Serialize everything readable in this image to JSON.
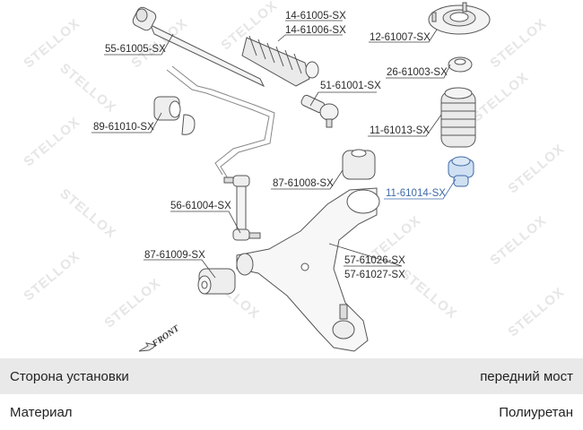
{
  "diagram": {
    "watermark": "STELLOX",
    "direction_label": "FRONT",
    "highlight_color": "#3f6aa8",
    "parts": [
      {
        "id": "55-61005-SX",
        "name": "tie-rod"
      },
      {
        "id": "14-61005-SX",
        "name": "steering-boot"
      },
      {
        "id": "14-61006-SX",
        "name": "steering-boot"
      },
      {
        "id": "12-61007-SX",
        "name": "strut-mount"
      },
      {
        "id": "26-61003-SX",
        "name": "strut-bearing"
      },
      {
        "id": "51-61001-SX",
        "name": "tie-rod-end"
      },
      {
        "id": "89-61010-SX",
        "name": "stabilizer-bushing"
      },
      {
        "id": "11-61013-SX",
        "name": "shock-boot"
      },
      {
        "id": "87-61008-SX",
        "name": "control-arm-bushing-rear"
      },
      {
        "id": "11-61014-SX",
        "name": "bump-stop",
        "highlighted": true
      },
      {
        "id": "56-61004-SX",
        "name": "stabilizer-link"
      },
      {
        "id": "87-61009-SX",
        "name": "control-arm-bushing-front"
      },
      {
        "id": "57-61026-SX",
        "name": "control-arm"
      },
      {
        "id": "57-61027-SX",
        "name": "control-arm"
      }
    ]
  },
  "properties": [
    {
      "label": "Сторона установки",
      "value": "передний мост"
    },
    {
      "label": "Материал",
      "value": "Полиуретан"
    }
  ]
}
